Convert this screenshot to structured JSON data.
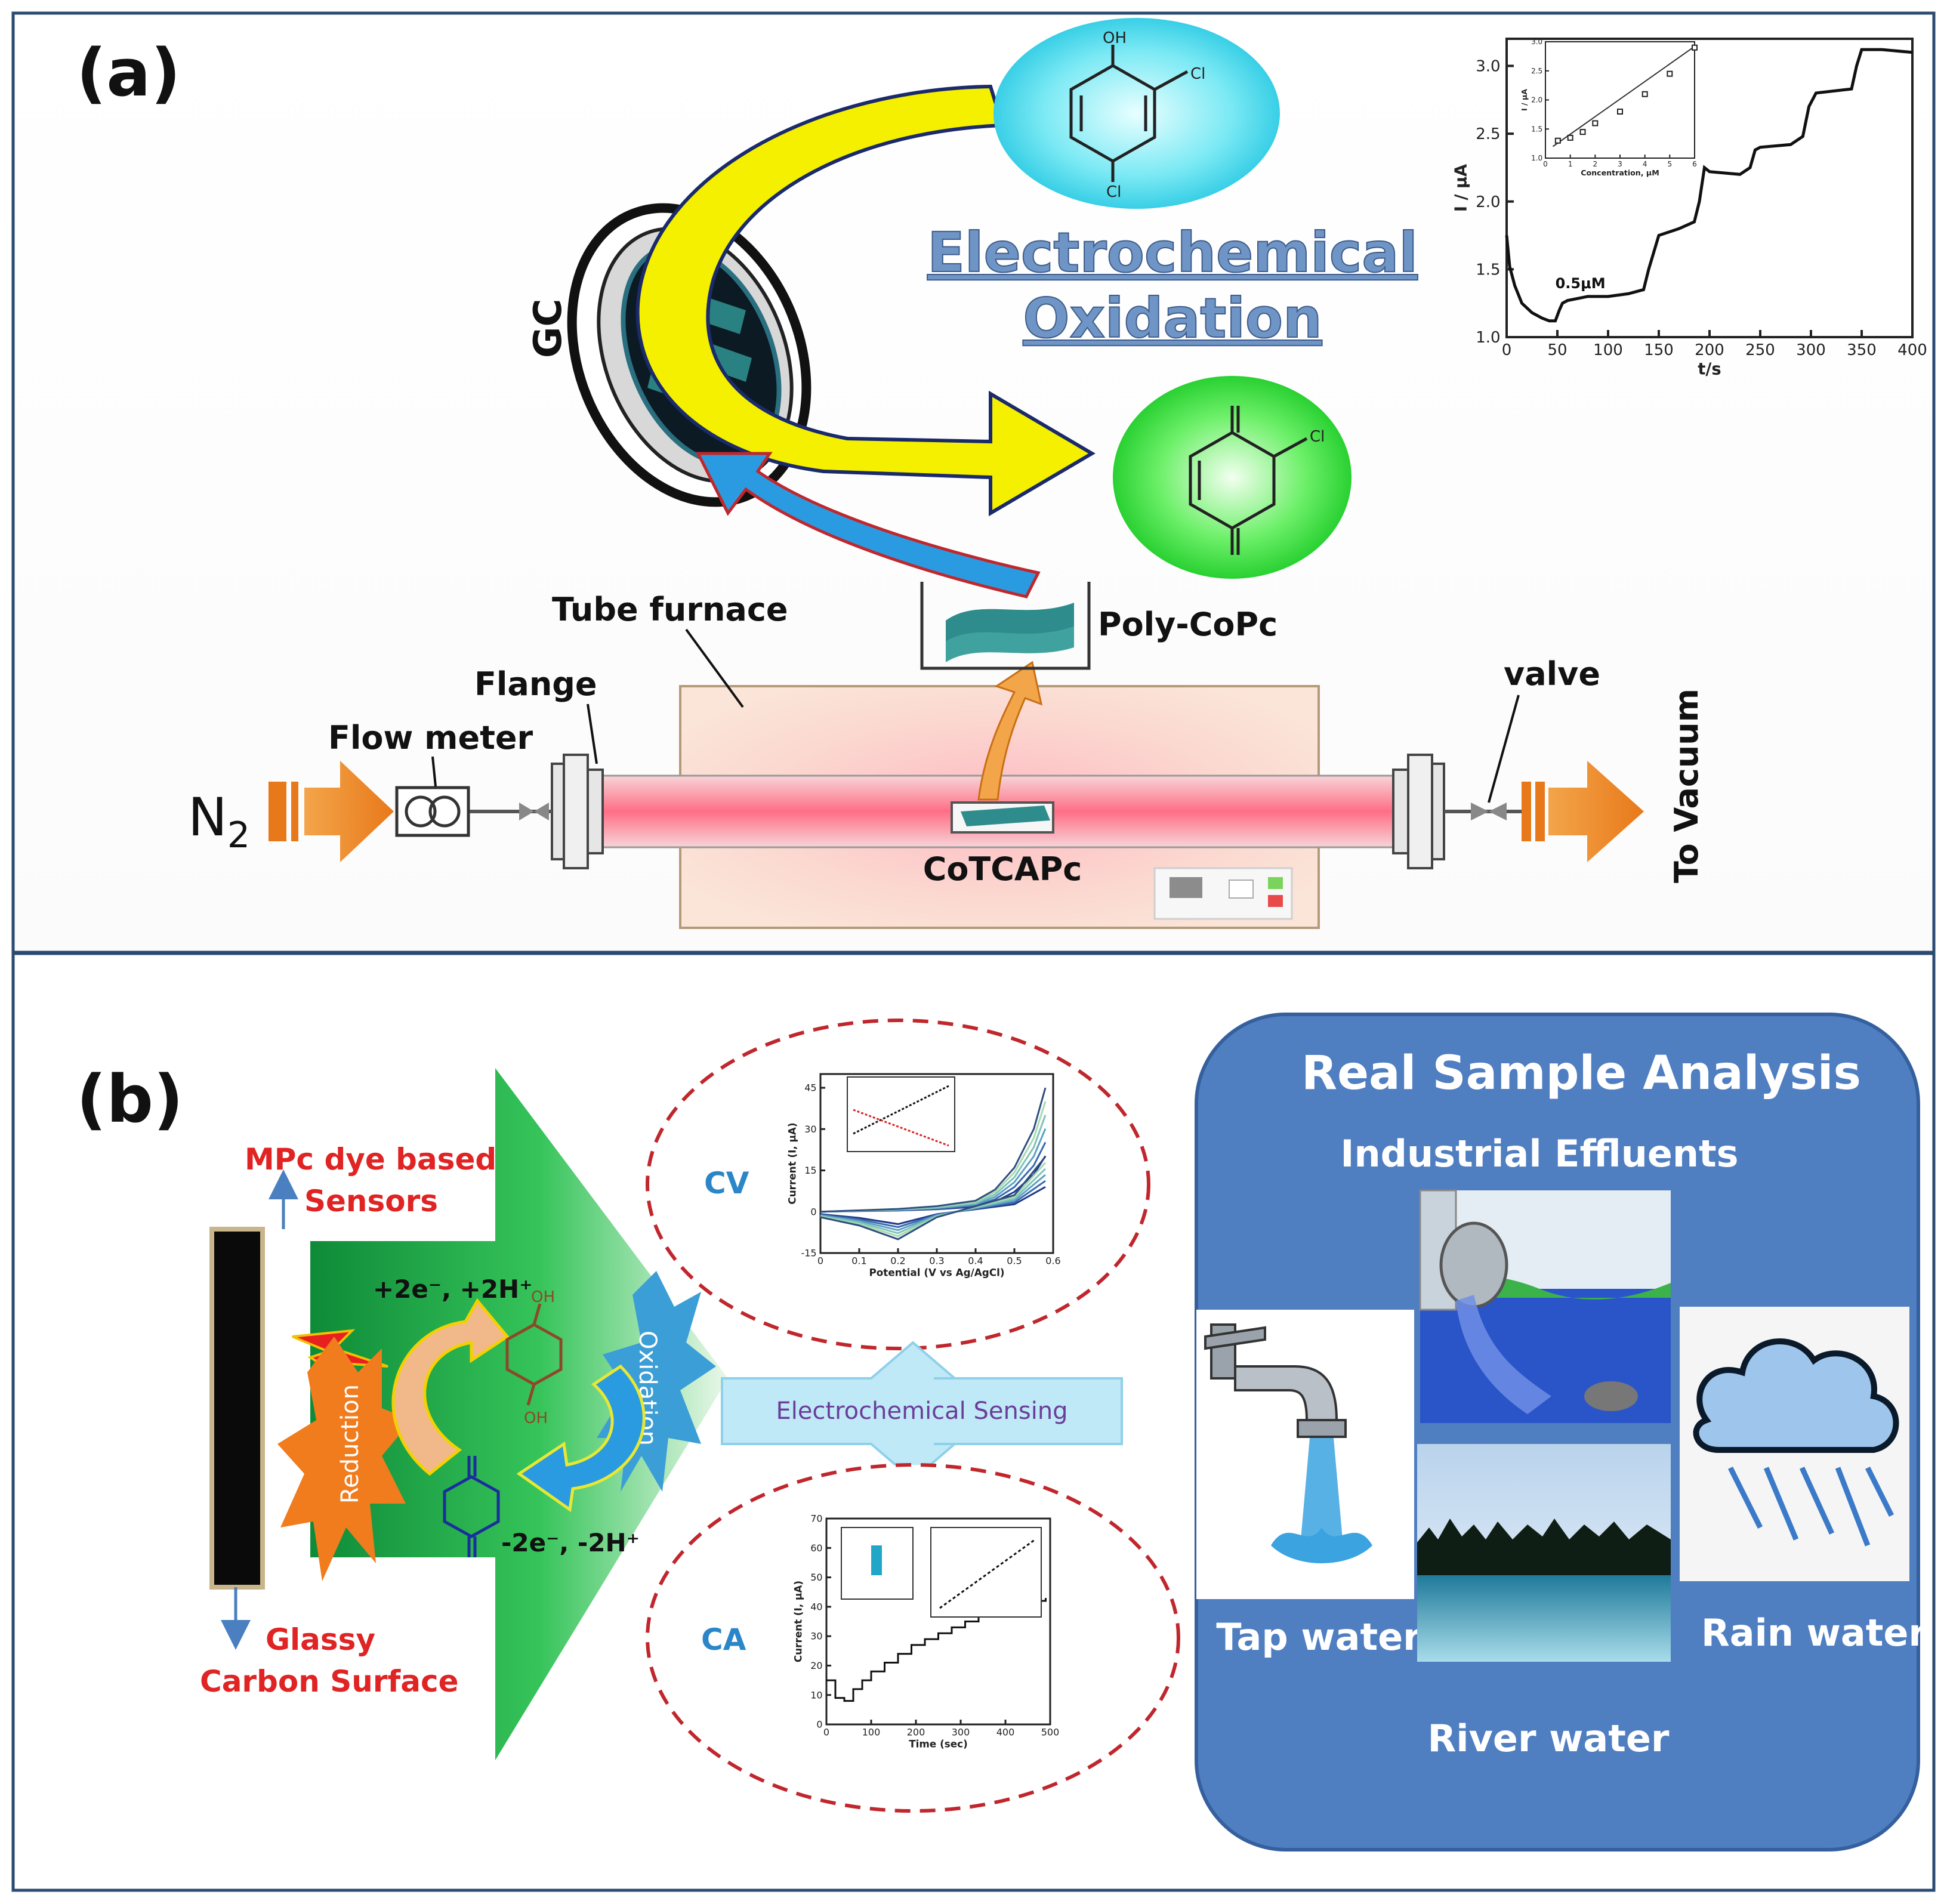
{
  "panel_a": {
    "panel_label": "(a)",
    "gc_label": "GC",
    "title_line1": "Electrochemical",
    "title_line2": "Oxidation",
    "reactant_substituents": {
      "oh": "OH",
      "cl_top": "Cl",
      "cl_bottom": "Cl"
    },
    "product_substituents": {
      "cl": "Cl"
    },
    "tube_furnace_label": "Tube furnace",
    "poly_label": "Poly-CoPc",
    "flange_label": "Flange",
    "flow_meter_label": "Flow meter",
    "valve_label": "valve",
    "gas_main": "N",
    "gas_sub": "2",
    "precursor_label": "CoTCAPc",
    "outlet_label": "To Vacuum",
    "colors": {
      "reactant_bubble": "#3fd7ea",
      "product_bubble": "#2ee03a",
      "title": "#6f95c6",
      "yellow_arrow": "#f4f000",
      "blue_arrow": "#2a9be0",
      "orange_arrow": "#f08a1e"
    }
  },
  "panel_b": {
    "panel_label": "(b)",
    "sensor_line1": "MPc dye based",
    "sensor_line2": "Sensors",
    "surface_line1": "Glassy",
    "surface_line2": "Carbon Surface",
    "reduction_label": "Reduction",
    "oxidation_label": "Oxidation",
    "reduction_eq": "+2e⁻, +2H⁺",
    "oxidation_eq": "-2e⁻, -2H⁺",
    "hq_oh_top": "OH",
    "hq_oh_bottom": "OH",
    "cv_label": "CV",
    "ca_label": "CA",
    "sensing_label": "Electrochemical Sensing",
    "rsa_title": "Real Sample Analysis",
    "rsa_effluents": "Industrial Effluents",
    "rsa_tap": "Tap water",
    "rsa_rain": "Rain water",
    "rsa_river": "River water",
    "colors": {
      "rsa_box": "#4f7ec1",
      "sensor_text": "#e02424",
      "green_arrow": "#1fa844",
      "cv_ca_text": "#2b86c8"
    }
  },
  "chart_data": [
    {
      "type": "line",
      "id": "amperometric-main",
      "xlabel": "t/s",
      "ylabel": "I / μA",
      "xlim": [
        0,
        400
      ],
      "ylim": [
        1.0,
        3.2
      ],
      "xticks": [
        0,
        50,
        100,
        150,
        200,
        250,
        300,
        350,
        400
      ],
      "yticks": [
        1.0,
        1.5,
        2.0,
        2.5,
        3.0
      ],
      "annotation": "0.5μM",
      "x": [
        0,
        3,
        8,
        15,
        25,
        35,
        42,
        48,
        52,
        55,
        60,
        80,
        95,
        100,
        120,
        135,
        140,
        150,
        170,
        185,
        190,
        195,
        200,
        230,
        240,
        245,
        250,
        280,
        292,
        298,
        305,
        340,
        345,
        350,
        370,
        400
      ],
      "y": [
        1.75,
        1.52,
        1.38,
        1.25,
        1.18,
        1.14,
        1.12,
        1.12,
        1.2,
        1.25,
        1.27,
        1.3,
        1.3,
        1.3,
        1.32,
        1.35,
        1.5,
        1.75,
        1.8,
        1.85,
        2.0,
        2.25,
        2.22,
        2.2,
        2.25,
        2.38,
        2.4,
        2.42,
        2.48,
        2.7,
        2.8,
        2.83,
        3.0,
        3.12,
        3.12,
        3.1
      ]
    },
    {
      "type": "scatter",
      "id": "amperometric-inset",
      "xlabel": "Concentration, μM",
      "ylabel": "I / μA",
      "xlim": [
        0,
        6
      ],
      "ylim": [
        1.0,
        3.0
      ],
      "xticks": [
        0,
        1,
        2,
        3,
        4,
        5,
        6
      ],
      "yticks": [
        1.0,
        1.5,
        2.0,
        2.5,
        3.0
      ],
      "x": [
        0.5,
        1,
        1.5,
        2,
        3,
        4,
        5,
        6
      ],
      "y": [
        1.3,
        1.35,
        1.45,
        1.6,
        1.8,
        2.1,
        2.45,
        2.9
      ]
    },
    {
      "type": "line",
      "id": "cv-plot",
      "xlabel": "Potential (V vs Ag/AgCl)",
      "ylabel": "Current (I, μA)",
      "xlim": [
        0.0,
        0.6
      ],
      "ylim": [
        -15,
        50
      ],
      "xticks": [
        0.0,
        0.1,
        0.2,
        0.3,
        0.4,
        0.5,
        0.6
      ],
      "yticks": [
        -15,
        0,
        15,
        30,
        45
      ],
      "series": [
        {
          "x": [
            0.0,
            0.1,
            0.2,
            0.3,
            0.4,
            0.45,
            0.5,
            0.55,
            0.58
          ],
          "y": [
            0,
            0.5,
            1,
            2,
            4,
            8,
            16,
            30,
            45
          ]
        },
        {
          "x": [
            0.58,
            0.5,
            0.4,
            0.3,
            0.25,
            0.2,
            0.1,
            0.0
          ],
          "y": [
            20,
            6,
            2,
            -2,
            -6,
            -10,
            -5,
            -2
          ]
        }
      ]
    },
    {
      "type": "line",
      "id": "ca-plot",
      "xlabel": "Time (sec)",
      "ylabel": "Current (I, μA)",
      "xlim": [
        0,
        500
      ],
      "ylim": [
        0,
        70
      ],
      "xticks": [
        0,
        100,
        200,
        300,
        400,
        500
      ],
      "yticks": [
        0,
        10,
        20,
        30,
        40,
        50,
        60,
        70
      ],
      "x": [
        0,
        20,
        40,
        60,
        80,
        100,
        130,
        160,
        190,
        220,
        250,
        280,
        310,
        340,
        370,
        400,
        430,
        460,
        490
      ],
      "y": [
        15,
        9,
        8,
        12,
        15,
        18,
        21,
        24,
        27,
        29,
        31,
        33,
        35,
        37,
        38,
        40,
        41,
        42,
        43
      ]
    }
  ]
}
